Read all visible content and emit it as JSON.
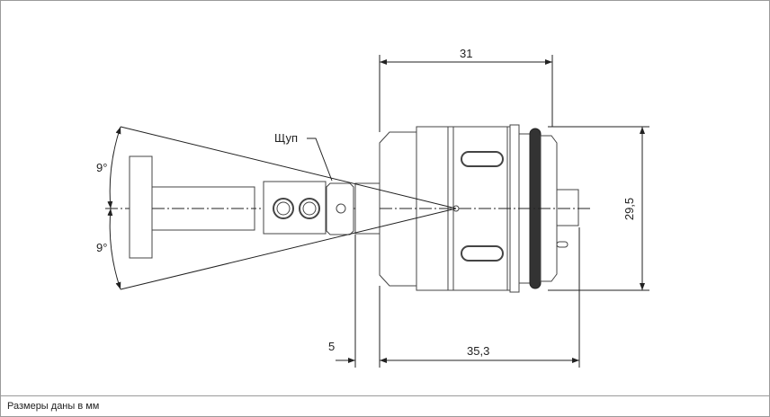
{
  "labels": {
    "probe": "Щуп",
    "angle_top": "9°",
    "angle_bottom": "9°",
    "dim_width_top": "31",
    "dim_height": "29,5",
    "dim_total": "35,3",
    "dim_offset": "5"
  },
  "caption": "Размеры даны в мм",
  "colors": {
    "line": "#222222",
    "body": "#ffffff",
    "oring": "#333333",
    "frame": "#9a9a9a"
  }
}
